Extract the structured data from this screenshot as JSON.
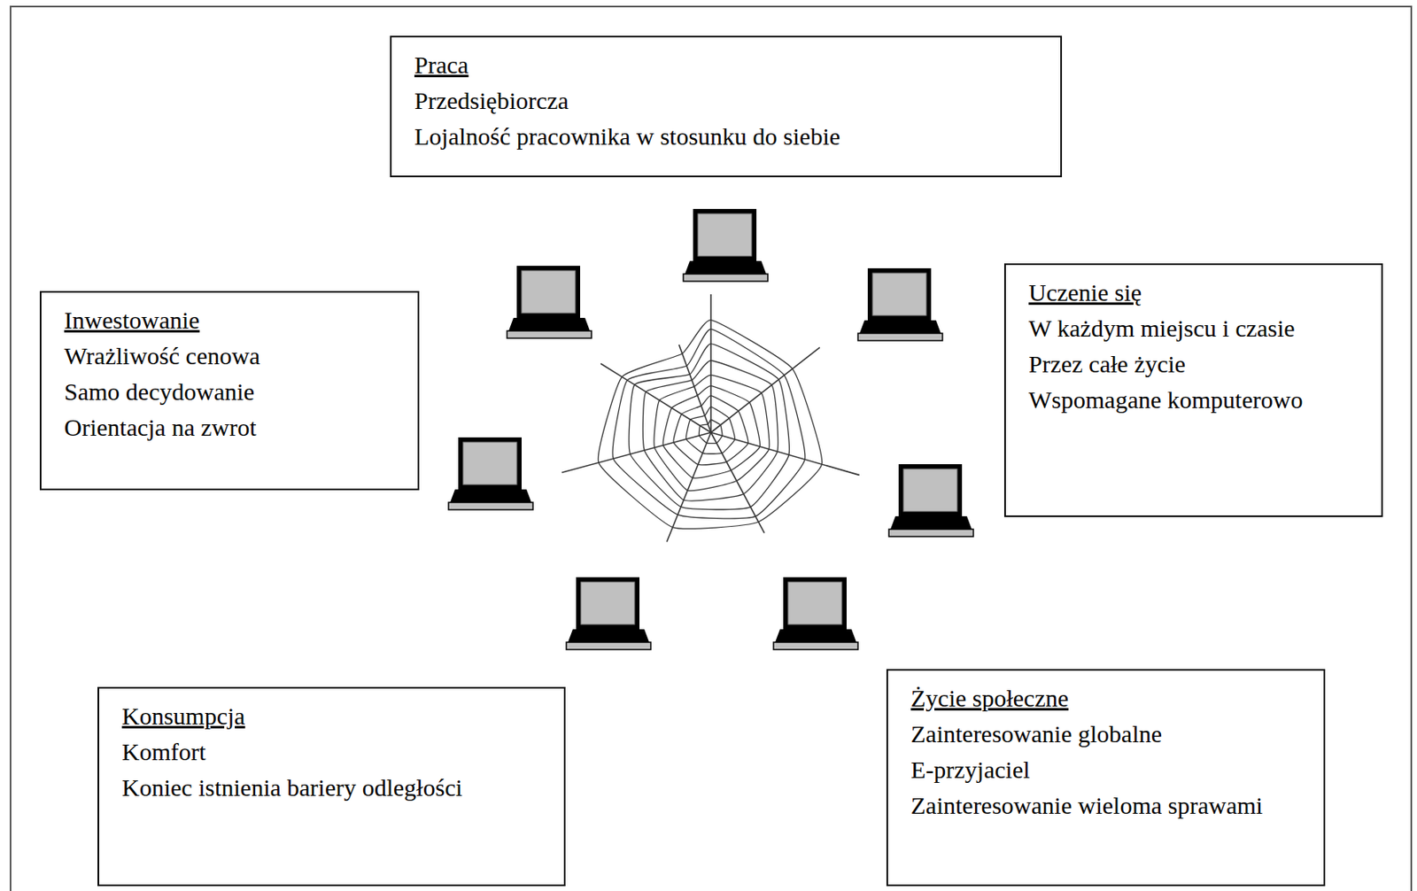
{
  "diagram": {
    "nodes": [
      {
        "text": [
          "Praca",
          "Przedsiębiorcza",
          "Lojalność pracownika w stosunku do siebie"
        ]
      },
      {
        "text": [
          "Inwestowanie",
          "Wrażliwość cenowa",
          "Samo decydowanie",
          "Orientacja na zwrot"
        ]
      },
      {
        "text": [
          "Uczenie się",
          "W każdym miejscu i czasie",
          "Przez całe życie",
          "Wspomagane komputerowo"
        ]
      },
      {
        "text": [
          "Konsumpcja",
          "Komfort",
          "Koniec istnienia bariery odległości"
        ]
      },
      {
        "text": [
          "Życie społeczne",
          "Zainteresowanie globalne",
          "E-przyjaciel",
          "Zainteresowanie wieloma sprawami"
        ]
      }
    ]
  }
}
